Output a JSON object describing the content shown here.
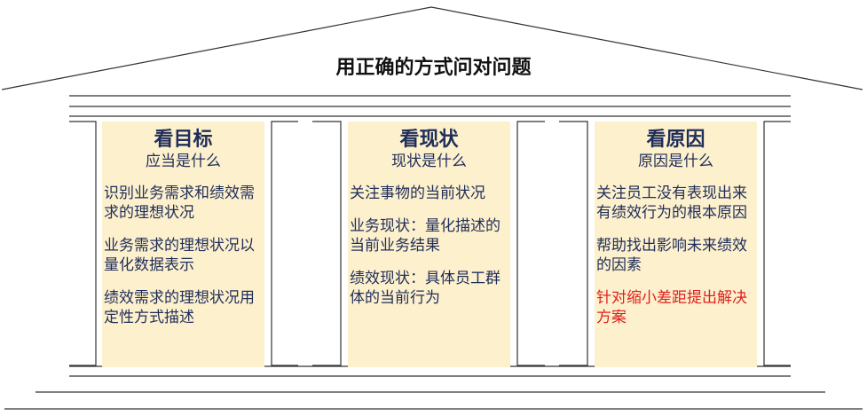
{
  "title": "用正确的方式问对问题",
  "pillars": [
    {
      "heading": "看目标",
      "subheading": "应当是什么",
      "items": [
        "识别业务需求和绩效需求的理想状况",
        "业务需求的理想状况以量化数据表示",
        "绩效需求的理想状况用定性方式描述"
      ]
    },
    {
      "heading": "看现状",
      "subheading": "现状是什么",
      "items": [
        "关注事物的当前状况",
        "业务现状：量化描述的当前业务结果",
        "绩效现状：具体员工群体的当前行为"
      ]
    },
    {
      "heading": "看原因",
      "subheading": "原因是什么",
      "items": [
        "关注员工没有表现出来有绩效行为的根本原因",
        "帮助找出影响未来绩效的因素"
      ],
      "highlight": "针对缩小差距提出解决方案"
    }
  ],
  "colors": {
    "pillar_fill": "#fdf0cc",
    "text": "#1f2d5a",
    "highlight": "#e02020"
  }
}
